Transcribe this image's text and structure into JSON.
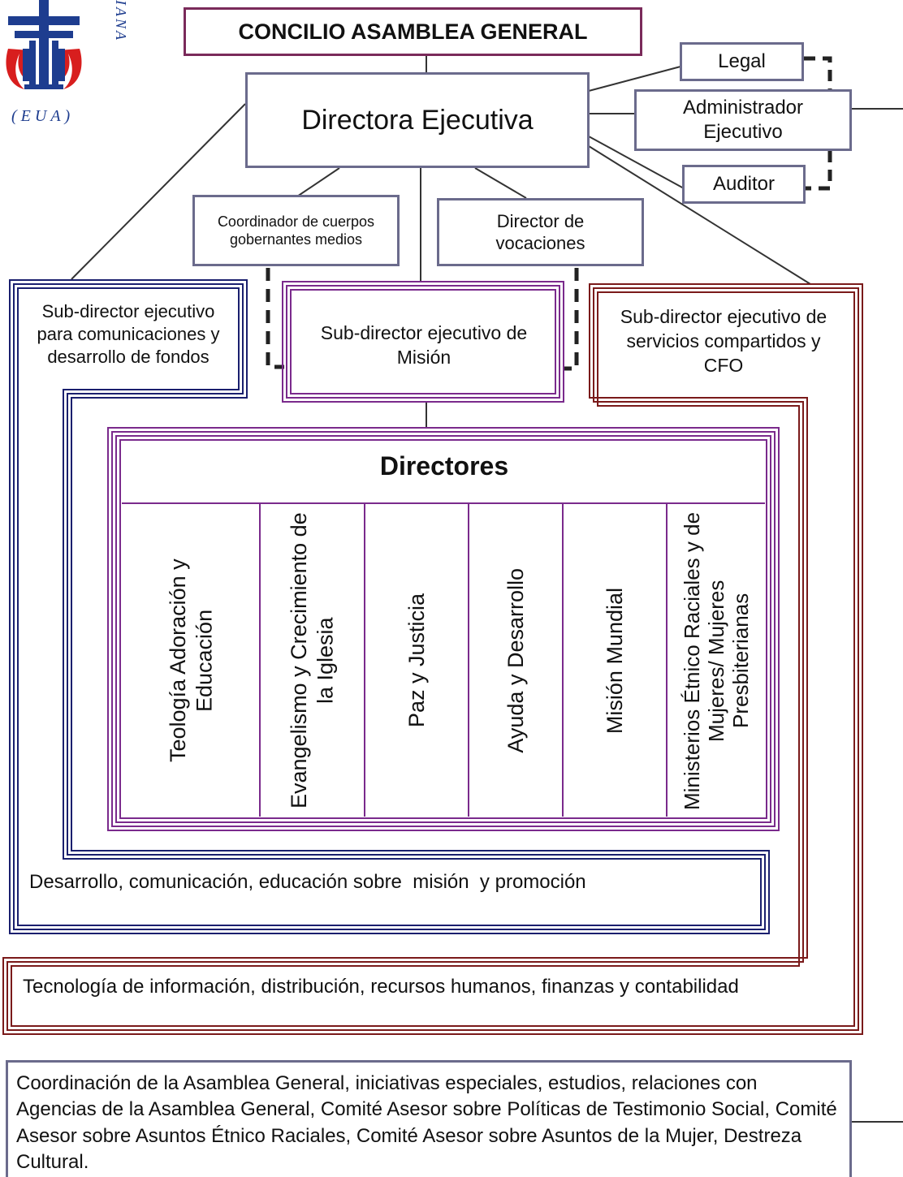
{
  "logo": {
    "arc_text": "IANA",
    "caption": "(EUA)",
    "colors": {
      "blue": "#1e3d8f",
      "red": "#d81e1e"
    }
  },
  "top": {
    "council": "CONCILIO ASAMBLEA GENERAL",
    "executive_director": "Directora Ejecutiva"
  },
  "side_boxes": {
    "legal": "Legal",
    "administrator": "Administrador Ejecutivo",
    "auditor": "Auditor"
  },
  "mid_boxes": {
    "coordinator": "Coordinador de cuerpos gobernantes medios",
    "vocations": "Director de vocaciones"
  },
  "sub_directors": {
    "communications": "Sub-director ejecutivo para comunicaciones y desarrollo de fondos",
    "mission": "Sub-director ejecutivo de Misión",
    "shared_services": "Sub-director ejecutivo de servicios compartidos y CFO"
  },
  "directors": {
    "title": "Directores",
    "columns": [
      "Teología Adoración y Educación",
      "Evangelismo y Crecimiento de la Iglesia",
      "Paz y Justicia",
      "Ayuda y Desarrollo",
      "Misión Mundial",
      "Ministerios Étnico Raciales y de Mujeres/ Mujeres Presbiterianas"
    ]
  },
  "bottom": {
    "communications_dept": "Desarrollo, comunicación, educación sobre  misión  y promoción",
    "shared_services_dept": "Tecnología de información, distribución, recursos humanos, finanzas y contabilidad",
    "coordination": "Coordinación de la Asamblea General, iniciativas especiales, estudios, relaciones con Agencias de la Asamblea General, Comité Asesor sobre Políticas de Testimonio Social, Comité Asesor sobre Asuntos Étnico Raciales, Comité Asesor sobre Asuntos de la Mujer, Destreza Cultural."
  },
  "colors": {
    "box_border": "#6b6b8c",
    "council_border": "#7a2a5a",
    "blue_frame": "#1a1f6e",
    "purple_frame": "#7a2a8c",
    "red_frame": "#7a1a1a"
  }
}
